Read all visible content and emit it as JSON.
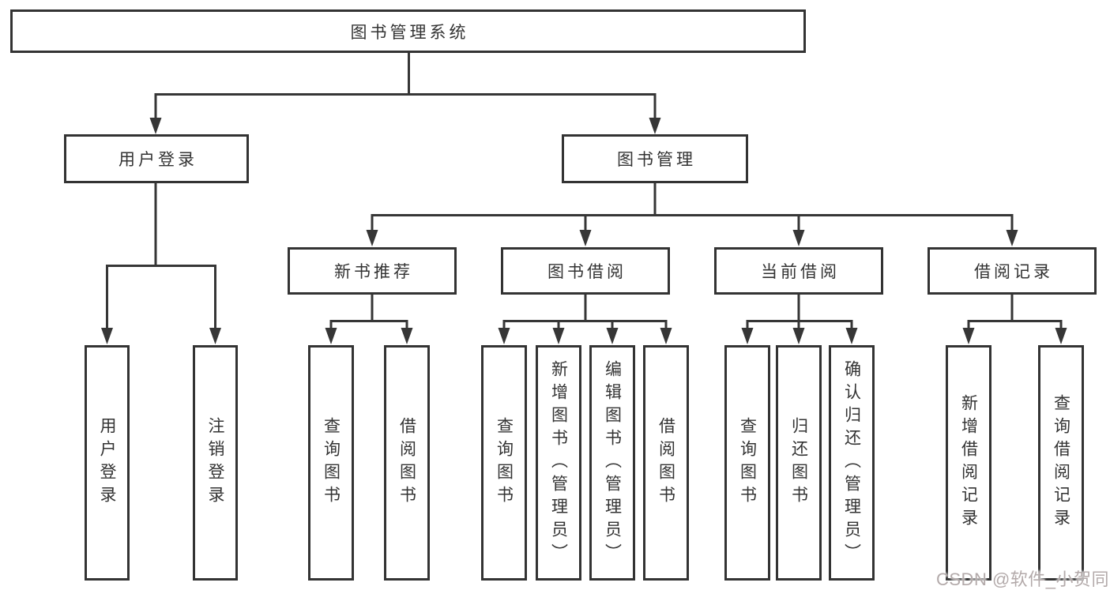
{
  "nodes": {
    "root": {
      "label": "图书管理系统"
    },
    "level2": [
      {
        "label": "用户登录",
        "children": [
          {
            "label": "用户登录"
          },
          {
            "label": "注销登录"
          }
        ]
      },
      {
        "label": "图书管理",
        "children": [
          {
            "label": "新书推荐",
            "children": [
              {
                "label": "查询图书"
              },
              {
                "label": "借阅图书"
              }
            ]
          },
          {
            "label": "图书借阅",
            "children": [
              {
                "label": "查询图书"
              },
              {
                "label": "新增图书（管理员）"
              },
              {
                "label": "编辑图书（管理员）"
              },
              {
                "label": "借阅图书"
              }
            ]
          },
          {
            "label": "当前借阅",
            "children": [
              {
                "label": "查询图书"
              },
              {
                "label": "归还图书"
              },
              {
                "label": "确认归还（管理员）"
              }
            ]
          },
          {
            "label": "借阅记录",
            "children": [
              {
                "label": "新增借阅记录"
              },
              {
                "label": "查询借阅记录"
              }
            ]
          }
        ]
      }
    ]
  },
  "watermark": {
    "text": "CSDN @软件_小贺同学"
  },
  "colors": {
    "line": "#363636",
    "box_border": "#333333",
    "text": "#333333",
    "background": "#ffffff",
    "watermark": "#b3aaaa"
  }
}
